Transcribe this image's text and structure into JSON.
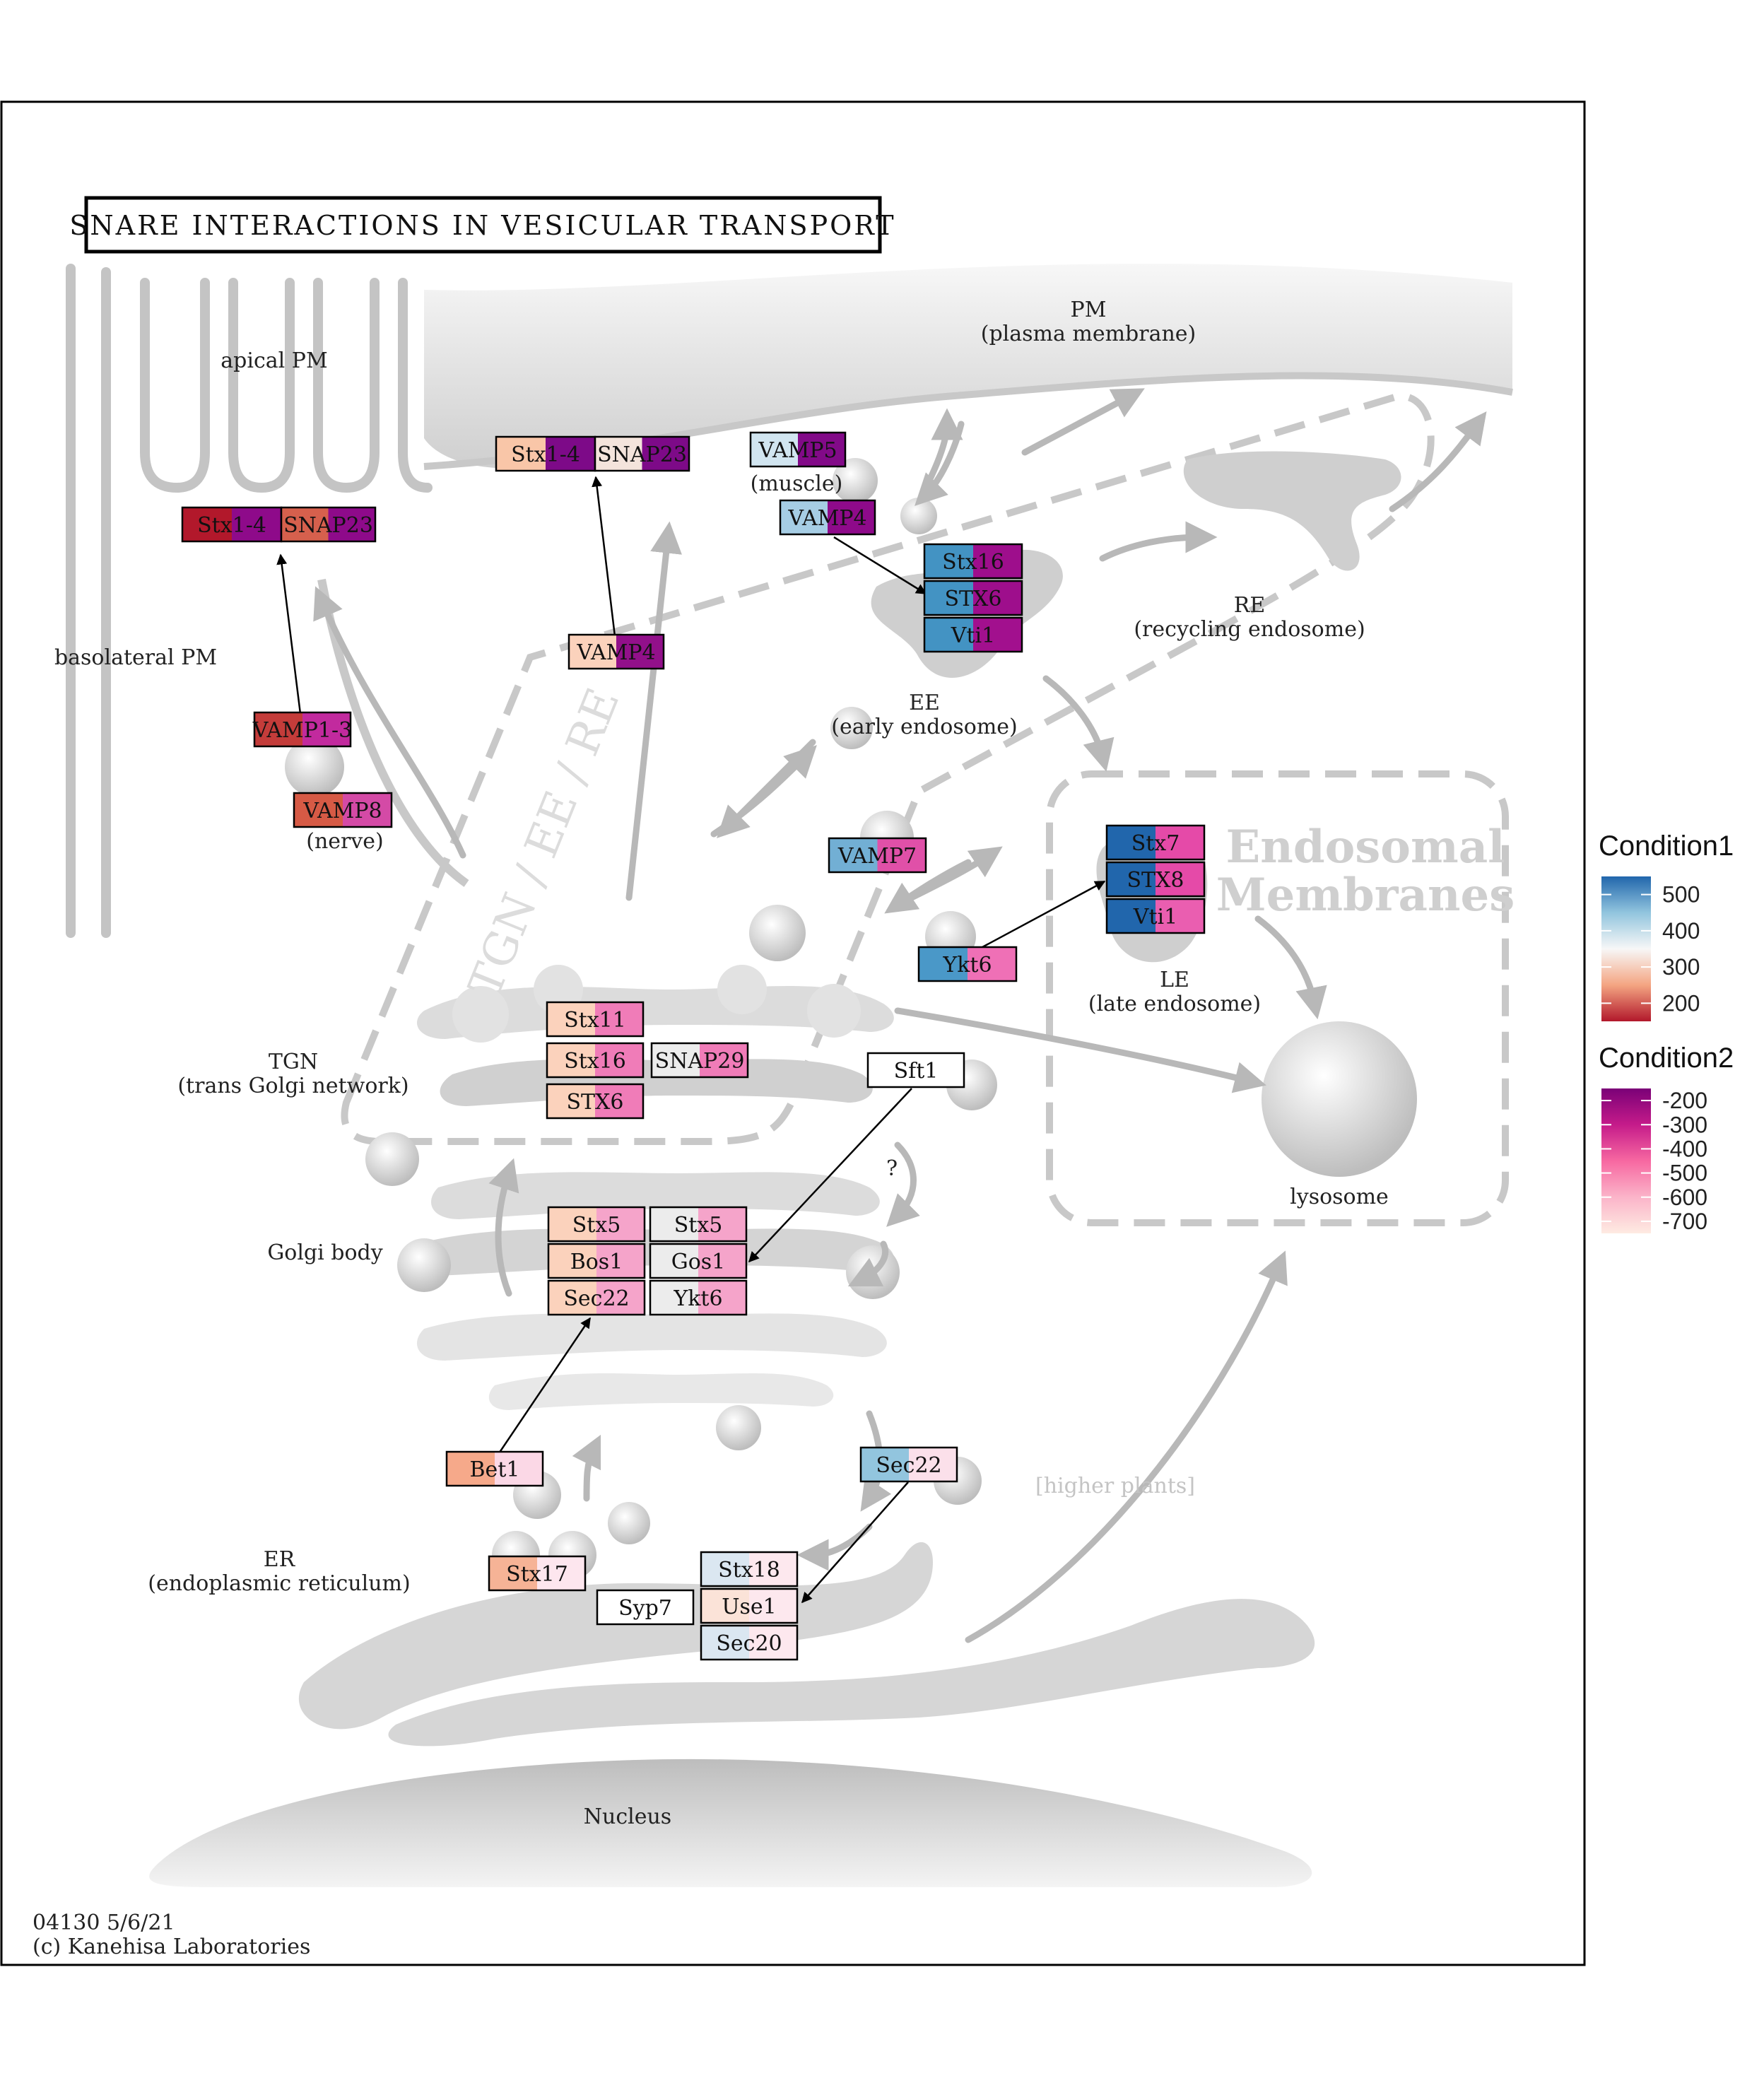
{
  "title": "SNARE INTERACTIONS IN VESICULAR TRANSPORT",
  "footer": {
    "line1": "04130 5/6/21",
    "line2": "(c) Kanehisa Laboratories"
  },
  "labels": {
    "apical_pm": "apical PM",
    "pm": "PM",
    "pm_full": "(plasma membrane)",
    "basolateral_pm": "basolateral PM",
    "muscle": "(muscle)",
    "nerve": "(nerve)",
    "re": "RE",
    "re_full": "(recycling endosome)",
    "ee": "EE",
    "ee_full": "(early endosome)",
    "tgn_ee_re": "TGN / EE / RE",
    "endosomal1": "Endosomal",
    "endosomal2": "Membranes",
    "le": "LE",
    "le_full": "(late endosome)",
    "tgn": "TGN",
    "tgn_full": "(trans Golgi network)",
    "lysosome": "lysosome",
    "question": "?",
    "golgi": "Golgi body",
    "higher_plants": "[higher plants]",
    "er": "ER",
    "er_full": "(endoplasmic reticulum)",
    "nucleus": "Nucleus"
  },
  "genes": [
    {
      "id": "stx14-pm",
      "label": "Stx1-4",
      "c1": "#b2182b",
      "c2": "#8e0a8a"
    },
    {
      "id": "snap23-pm",
      "label": "SNAP23",
      "c1": "#d6604d",
      "c2": "#8e0a8a"
    },
    {
      "id": "stx14-ap",
      "label": "Stx1-4",
      "c1": "#f9c6a8",
      "c2": "#7d0a88"
    },
    {
      "id": "snap23-ap",
      "label": "SNAP23",
      "c1": "#f4e4dc",
      "c2": "#7d0a88"
    },
    {
      "id": "vamp5",
      "label": "VAMP5",
      "c1": "#d1e5f0",
      "c2": "#820a88"
    },
    {
      "id": "vamp4-m",
      "label": "VAMP4",
      "c1": "#a6cde4",
      "c2": "#8e0a8a"
    },
    {
      "id": "stx16-ee",
      "label": "Stx16",
      "c1": "#4393c3",
      "c2": "#9e0e8c"
    },
    {
      "id": "stx6-ee",
      "label": "STX6",
      "c1": "#4393c3",
      "c2": "#9e0e8c"
    },
    {
      "id": "vti1-ee",
      "label": "Vti1",
      "c1": "#4393c3",
      "c2": "#a2108e"
    },
    {
      "id": "vamp4-b",
      "label": "VAMP4",
      "c1": "#fbd2bc",
      "c2": "#92108a"
    },
    {
      "id": "vamp13",
      "label": "VAMP1-3",
      "c1": "#c43c3a",
      "c2": "#c22a9e"
    },
    {
      "id": "vamp8",
      "label": "VAMP8",
      "c1": "#d65a45",
      "c2": "#d44aa6"
    },
    {
      "id": "vamp7",
      "label": "VAMP7",
      "c1": "#72afd4",
      "c2": "#e050a8"
    },
    {
      "id": "stx7",
      "label": "Stx7",
      "c1": "#2166ac",
      "c2": "#e54aa8"
    },
    {
      "id": "stx8",
      "label": "STX8",
      "c1": "#2166ac",
      "c2": "#e54aa8"
    },
    {
      "id": "vti1-le",
      "label": "Vti1",
      "c1": "#2166ac",
      "c2": "#ea5eb0"
    },
    {
      "id": "ykt6-le",
      "label": "Ykt6",
      "c1": "#4a98c8",
      "c2": "#ef70b6"
    },
    {
      "id": "stx11",
      "label": "Stx11",
      "c1": "#fbd2bc",
      "c2": "#f07cb8"
    },
    {
      "id": "stx16-tgn",
      "label": "Stx16",
      "c1": "#fbd2bc",
      "c2": "#f07cb8"
    },
    {
      "id": "stx6-tgn",
      "label": "STX6",
      "c1": "#fbd2bc",
      "c2": "#f07cb8"
    },
    {
      "id": "snap29",
      "label": "SNAP29",
      "c1": "#ececec",
      "c2": "#f07cb8"
    },
    {
      "id": "sft1",
      "label": "Sft1",
      "c1": "#ffffff",
      "c2": "#ffffff"
    },
    {
      "id": "stx5-a",
      "label": "Stx5",
      "c1": "#fbd2bc",
      "c2": "#f5a4ca"
    },
    {
      "id": "bos1",
      "label": "Bos1",
      "c1": "#fbd2bc",
      "c2": "#f5a4ca"
    },
    {
      "id": "sec22-g",
      "label": "Sec22",
      "c1": "#fbd2bc",
      "c2": "#f5a4ca"
    },
    {
      "id": "stx5-b",
      "label": "Stx5",
      "c1": "#ececec",
      "c2": "#f5a4ca"
    },
    {
      "id": "gos1",
      "label": "Gos1",
      "c1": "#ececec",
      "c2": "#f5a4ca"
    },
    {
      "id": "ykt6-g",
      "label": "Ykt6",
      "c1": "#ececec",
      "c2": "#f5a4ca"
    },
    {
      "id": "bet1",
      "label": "Bet1",
      "c1": "#f6a98a",
      "c2": "#fbd8e6"
    },
    {
      "id": "sec22-er",
      "label": "Sec22",
      "c1": "#92c5de",
      "c2": "#fbe0ea"
    },
    {
      "id": "stx17",
      "label": "Stx17",
      "c1": "#f6b396",
      "c2": "#fde6ee"
    },
    {
      "id": "syp7",
      "label": "Syp7",
      "c1": "#ffffff",
      "c2": "#ffffff"
    },
    {
      "id": "stx18",
      "label": "Stx18",
      "c1": "#dbe7f1",
      "c2": "#fde8ee"
    },
    {
      "id": "use1",
      "label": "Use1",
      "c1": "#fbe3d8",
      "c2": "#fde8ee"
    },
    {
      "id": "sec20",
      "label": "Sec20",
      "c1": "#dbe7f1",
      "c2": "#fde8ee"
    }
  ],
  "legends": [
    {
      "title": "Condition1",
      "ticks": [
        "500",
        "400",
        "300",
        "200"
      ],
      "stops": [
        "#2166ac",
        "#92c5de",
        "#f7f7f7",
        "#f4a582",
        "#b2182b"
      ]
    },
    {
      "title": "Condition2",
      "ticks": [
        "-200",
        "-300",
        "-400",
        "-500",
        "-600",
        "-700"
      ],
      "stops": [
        "#7a0177",
        "#c51b8a",
        "#f768a1",
        "#fbb4c9",
        "#feebe2"
      ]
    }
  ]
}
